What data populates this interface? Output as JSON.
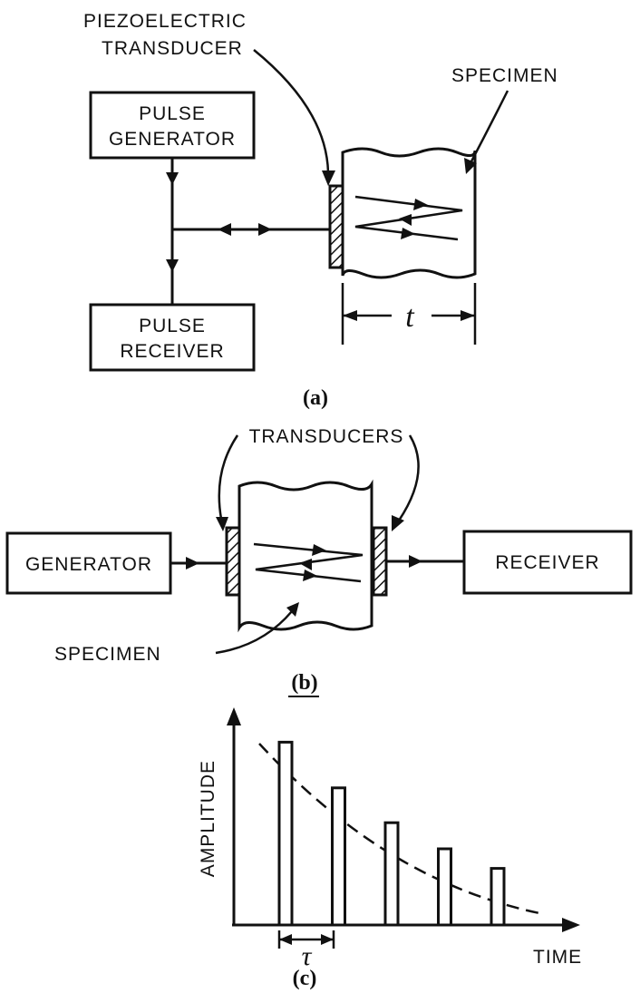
{
  "panel_a": {
    "label_piezo_1": "PIEZOELECTRIC",
    "label_piezo_2": "TRANSDUCER",
    "label_specimen": "SPECIMEN",
    "box_generator_1": "PULSE",
    "box_generator_2": "GENERATOR",
    "box_receiver_1": "PULSE",
    "box_receiver_2": "RECEIVER",
    "thickness_symbol": "t",
    "caption": "(a)"
  },
  "panel_b": {
    "label_transducers": "TRANSDUCERS",
    "box_generator": "GENERATOR",
    "box_receiver": "RECEIVER",
    "label_specimen": "SPECIMEN",
    "caption": "(b)"
  },
  "panel_c": {
    "ylabel": "AMPLITUDE",
    "xlabel": "TIME",
    "interval_symbol": "τ",
    "caption": "(c)"
  },
  "chart_data": {
    "type": "bar",
    "xlabel": "TIME",
    "ylabel": "AMPLITUDE",
    "series": [
      {
        "values": [
          0.84,
          0.63,
          0.47,
          0.35,
          0.26
        ]
      }
    ],
    "envelope": "exponential decay (dashed)",
    "grid": false
  }
}
